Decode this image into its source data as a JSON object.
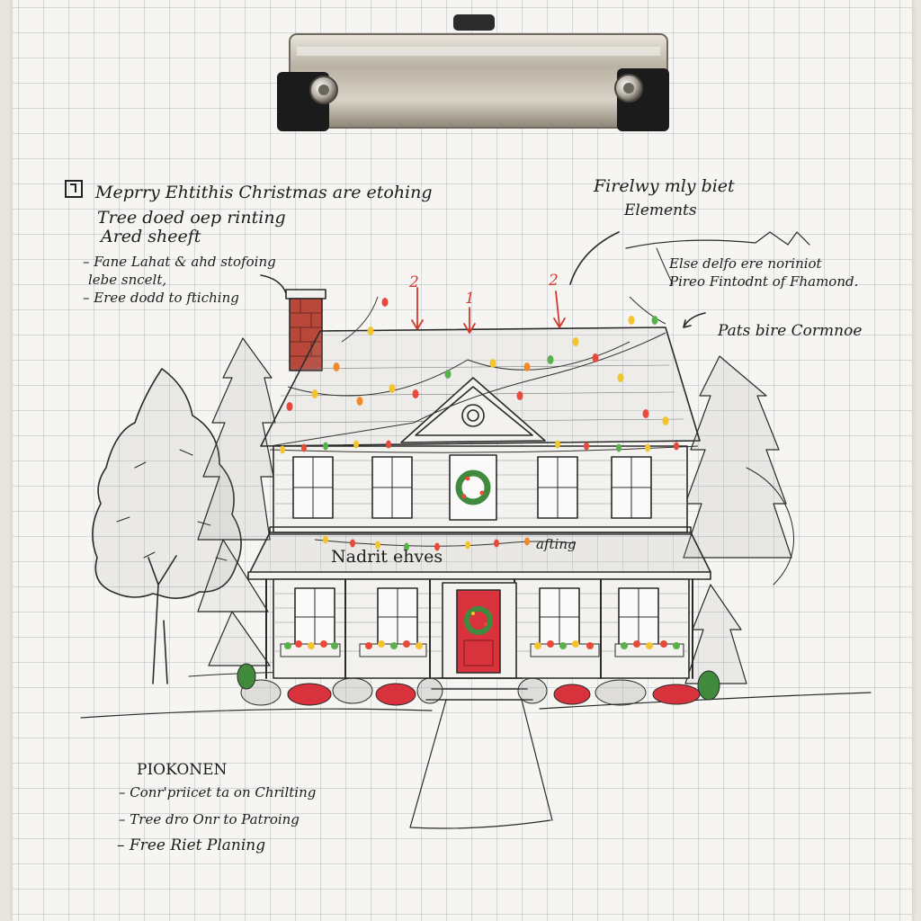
{
  "notes": {
    "top_left": {
      "line1": "Meprry Ehtithis Christmas are etohing",
      "line2": "Tree doed oep rinting",
      "line3": "Ared sheeft",
      "bullet1_a": "– Fane Lahat & ahd stofoing",
      "bullet1_b": "lebe sncelt,",
      "bullet2": "– Eree dodd to ftiching"
    },
    "top_right": {
      "title_line1": "Firelwy mly biet",
      "title_line2": "Elements",
      "line1": "Else delfo ere noriniot",
      "line2": "Pireo Fintodnt of Fhamond.",
      "line3": "Pats bire Cormnoe"
    },
    "arrow_labels": [
      "2",
      "1",
      "2"
    ],
    "porch_label": "Nadrit ehves",
    "porch_lights": "afting",
    "bottom_left": {
      "heading": "PIOKONEN",
      "item1": "– Conr'priicet ta on Chrilting",
      "item2": "– Tree dro Onr to Patroing",
      "item3": "– Free Riet Planing"
    }
  },
  "colors": {
    "ink": "#222222",
    "red_ink": "#d23a2f",
    "door": "#d8323c",
    "wreath": "#3f8a3c",
    "chimney": "#b9473a",
    "clip_metal": "#c9c2b4",
    "light_bulbs": [
      "#e84a3a",
      "#f2c430",
      "#5ab04a",
      "#f08a2a"
    ]
  }
}
